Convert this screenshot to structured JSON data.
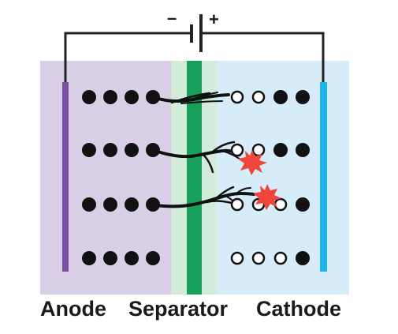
{
  "labels": {
    "anode": "Anode",
    "separator": "Separator",
    "cathode": "Cathode"
  },
  "battery_terminals": {
    "negative": "–",
    "positive": "+"
  },
  "colors": {
    "anode_region": "#d9d0e7",
    "separator_region": "#d3ecd9",
    "separator_core": "#16a05a",
    "cathode_region": "#d6ecf8",
    "anode_electrode": "#7a4fa3",
    "cathode_electrode": "#1eb6e8",
    "ion": "#111111",
    "dendrite": "#111111",
    "spark": "#f0453a",
    "wire": "#222222"
  },
  "rows": [
    {
      "anode_ions": 4,
      "cathode_slots": [
        "vacancy",
        "vacancy",
        "ion",
        "ion"
      ],
      "spark": false
    },
    {
      "anode_ions": 4,
      "cathode_slots": [
        "vacancy",
        "vacancy",
        "ion",
        "ion"
      ],
      "spark": true
    },
    {
      "anode_ions": 4,
      "cathode_slots": [
        "vacancy",
        "vacancy",
        "vacancy",
        "ion"
      ],
      "spark": true
    },
    {
      "anode_ions": 4,
      "cathode_slots": [
        "vacancy",
        "vacancy",
        "vacancy",
        "ion"
      ],
      "spark": false
    }
  ]
}
